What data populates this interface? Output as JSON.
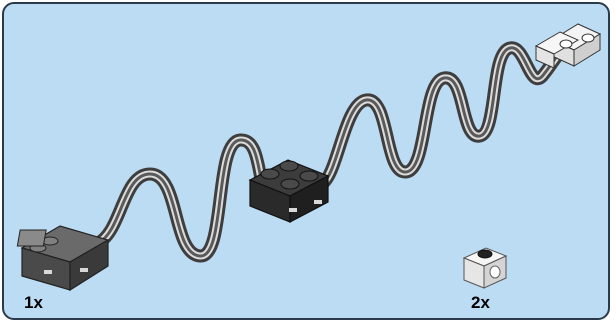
{
  "parts": [
    {
      "name": "light-cable-assembly",
      "quantity_label": "1x"
    },
    {
      "name": "technic-brick-1x1-with-hole",
      "quantity_label": "2x"
    }
  ],
  "colors": {
    "background": "#bcdcf4",
    "border": "#2a3a4a",
    "brick_dark": "#3a3a3a",
    "brick_gray": "#5e5e5e",
    "cable": "#444444",
    "cable_highlight": "#e8e8e8",
    "light_white": "#f4f4f4"
  }
}
